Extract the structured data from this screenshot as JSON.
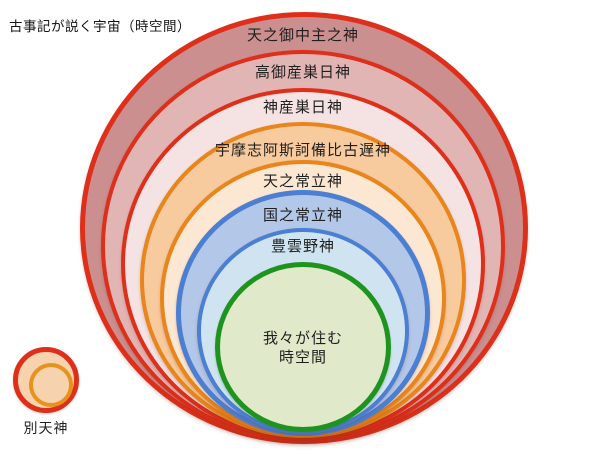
{
  "title": "古事記が説く宇宙（時空間）",
  "diagram": {
    "rings": [
      {
        "label": "天之御中主之神",
        "fill": "#cb8f8f",
        "border": "#dd2f1a"
      },
      {
        "label": "高御産巣日神",
        "fill": "#e2b5b5",
        "border": "#dd2f1a"
      },
      {
        "label": "神産巣日神",
        "fill": "#f5e2e2",
        "border": "#dd2f1a"
      },
      {
        "label": "宇摩志阿斯訶備比古遅神",
        "fill": "#f8cb9e",
        "border": "#e8851c"
      },
      {
        "label": "天之常立神",
        "fill": "#fce8d2",
        "border": "#e8851c"
      },
      {
        "label": "国之常立神",
        "fill": "#b3c7e8",
        "border": "#4c7fd2"
      },
      {
        "label": "豊雲野神",
        "fill": "#cfe4f0",
        "border": "#4c7fd2"
      },
      {
        "label_line1": "我々が住む",
        "label_line2": "時空間",
        "fill": "#e0e9ca",
        "border": "#1e941e"
      }
    ]
  },
  "legend": {
    "label": "別天神",
    "fill": "#f6d3ae",
    "outer_border": "#dd2f1a",
    "inner_border": "#e8921e"
  }
}
